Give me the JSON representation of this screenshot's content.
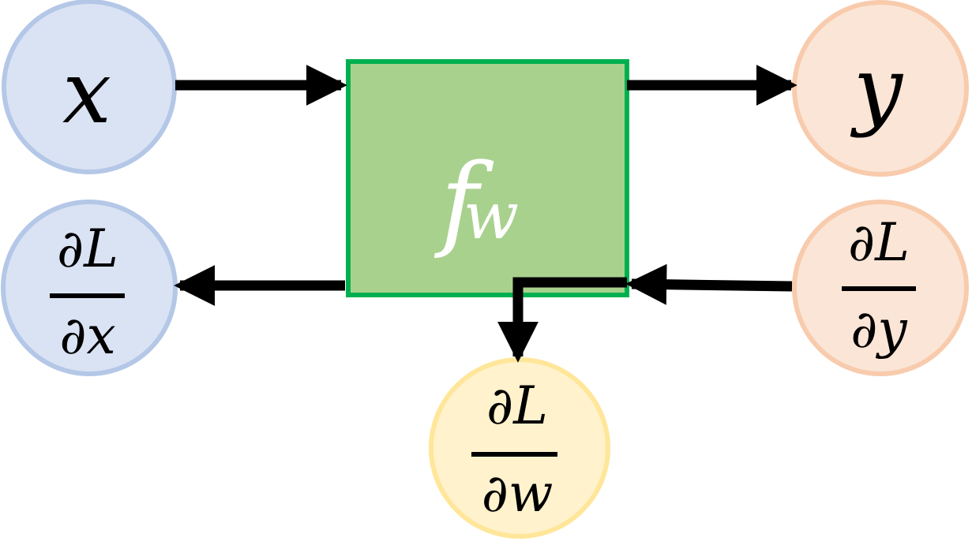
{
  "nodes": {
    "input": {
      "symbol": "x",
      "fill": "#dae3f3",
      "stroke": "#b4c7e7"
    },
    "output": {
      "symbol": "y",
      "fill": "#fbe5d6",
      "stroke": "#f8cbad"
    },
    "function": {
      "symbol": "f",
      "subscript": "w",
      "fill": "#a9d18e",
      "stroke": "#00b050",
      "text_color": "#ffffff"
    },
    "grad_x": {
      "numerator": "∂L",
      "denominator": "∂x",
      "fill": "#dae3f3",
      "stroke": "#b4c7e7"
    },
    "grad_y": {
      "numerator": "∂L",
      "denominator": "∂y",
      "fill": "#fbe5d6",
      "stroke": "#f8cbad"
    },
    "grad_w": {
      "numerator": "∂L",
      "denominator": "∂w",
      "fill": "#fff2cc",
      "stroke": "#ffe699"
    }
  },
  "colors": {
    "arrow": "#000000",
    "text": "#000000"
  }
}
